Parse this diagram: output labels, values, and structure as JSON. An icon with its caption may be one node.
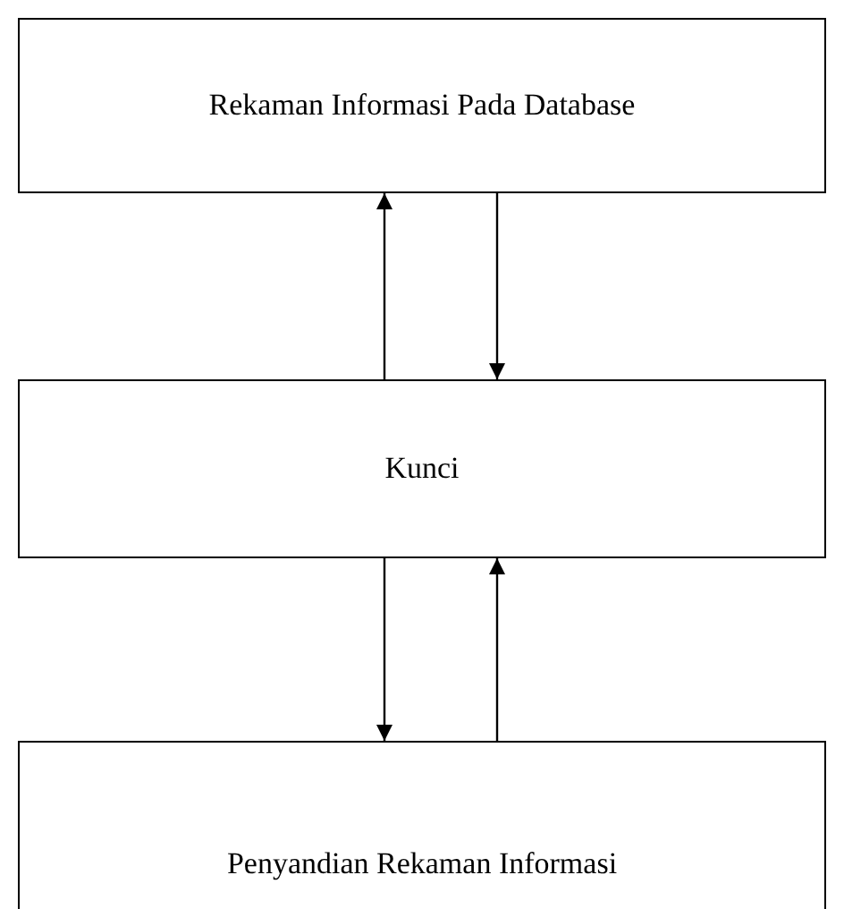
{
  "diagram": {
    "nodes": [
      {
        "text": [
          "Rekaman Informasi Pada Database"
        ]
      },
      {
        "text": [
          "Kunci"
        ]
      },
      {
        "text": [
          "Penyandian Rekaman Informasi"
        ]
      }
    ],
    "edges": [
      {
        "from": 1,
        "to": 0,
        "arrow": "to"
      },
      {
        "from": 0,
        "to": 1,
        "arrow": "to"
      },
      {
        "from": 1,
        "to": 2,
        "arrow": "to"
      },
      {
        "from": 2,
        "to": 1,
        "arrow": "to"
      }
    ]
  }
}
